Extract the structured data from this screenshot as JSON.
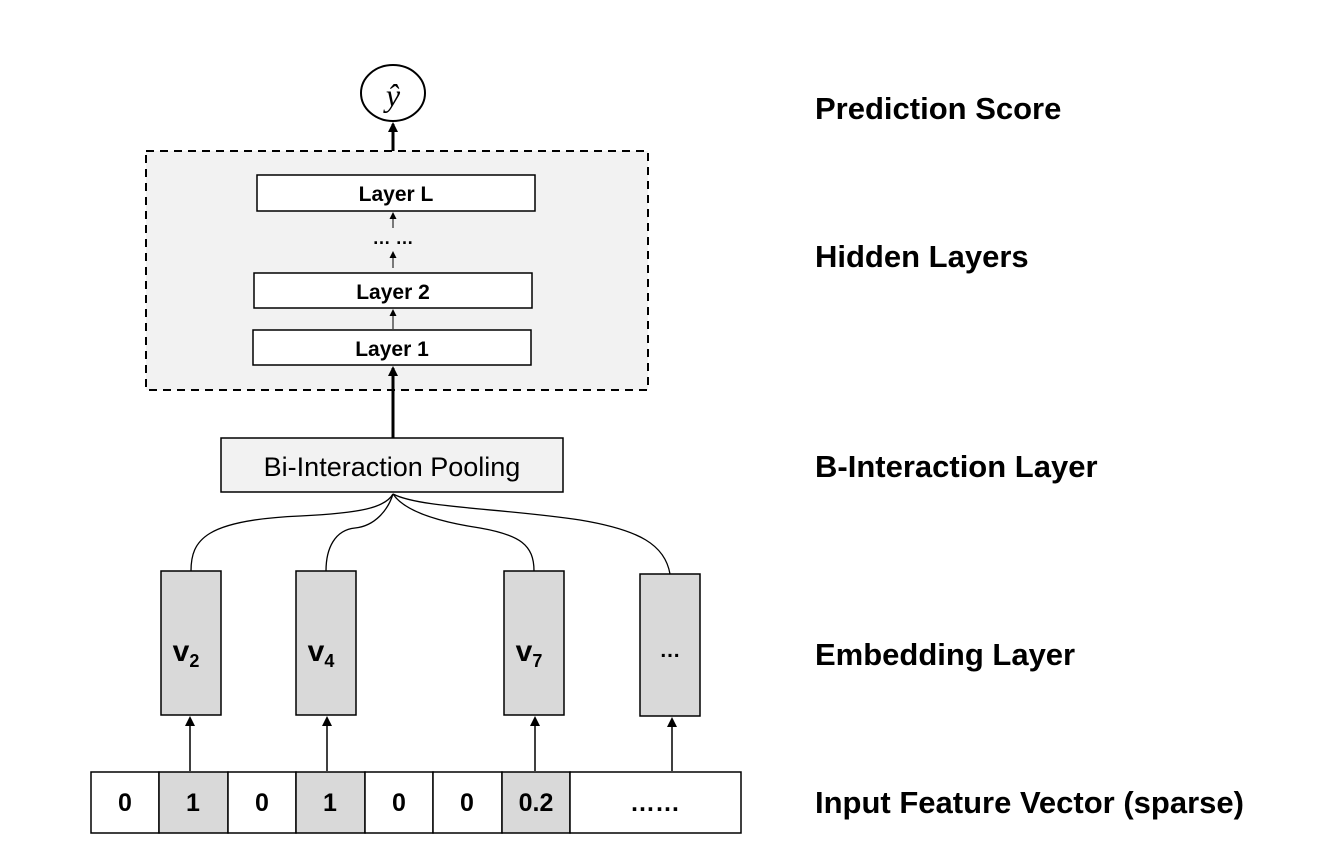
{
  "output": {
    "symbol": "ŷ"
  },
  "hidden": {
    "layer_top": "Layer L",
    "ellipsis": "… …",
    "layer_2": "Layer 2",
    "layer_1": "Layer 1"
  },
  "pooling": {
    "label": "Bi-Interaction Pooling"
  },
  "embeddings": [
    {
      "letter": "v",
      "sub": "2"
    },
    {
      "letter": "v",
      "sub": "4"
    },
    {
      "letter": "v",
      "sub": "7"
    },
    {
      "letter": "…",
      "sub": ""
    }
  ],
  "input_cells": [
    "0",
    "1",
    "0",
    "1",
    "0",
    "0",
    "0.2",
    "……"
  ],
  "labels": {
    "prediction": "Prediction Score",
    "hidden": "Hidden Layers",
    "interaction": "B-Interaction Layer",
    "embedding": "Embedding Layer",
    "input": "Input Feature Vector (sparse)"
  },
  "colors": {
    "shaded": "#d9d9d9",
    "panel": "#f2f2f2",
    "stroke": "#000000"
  }
}
